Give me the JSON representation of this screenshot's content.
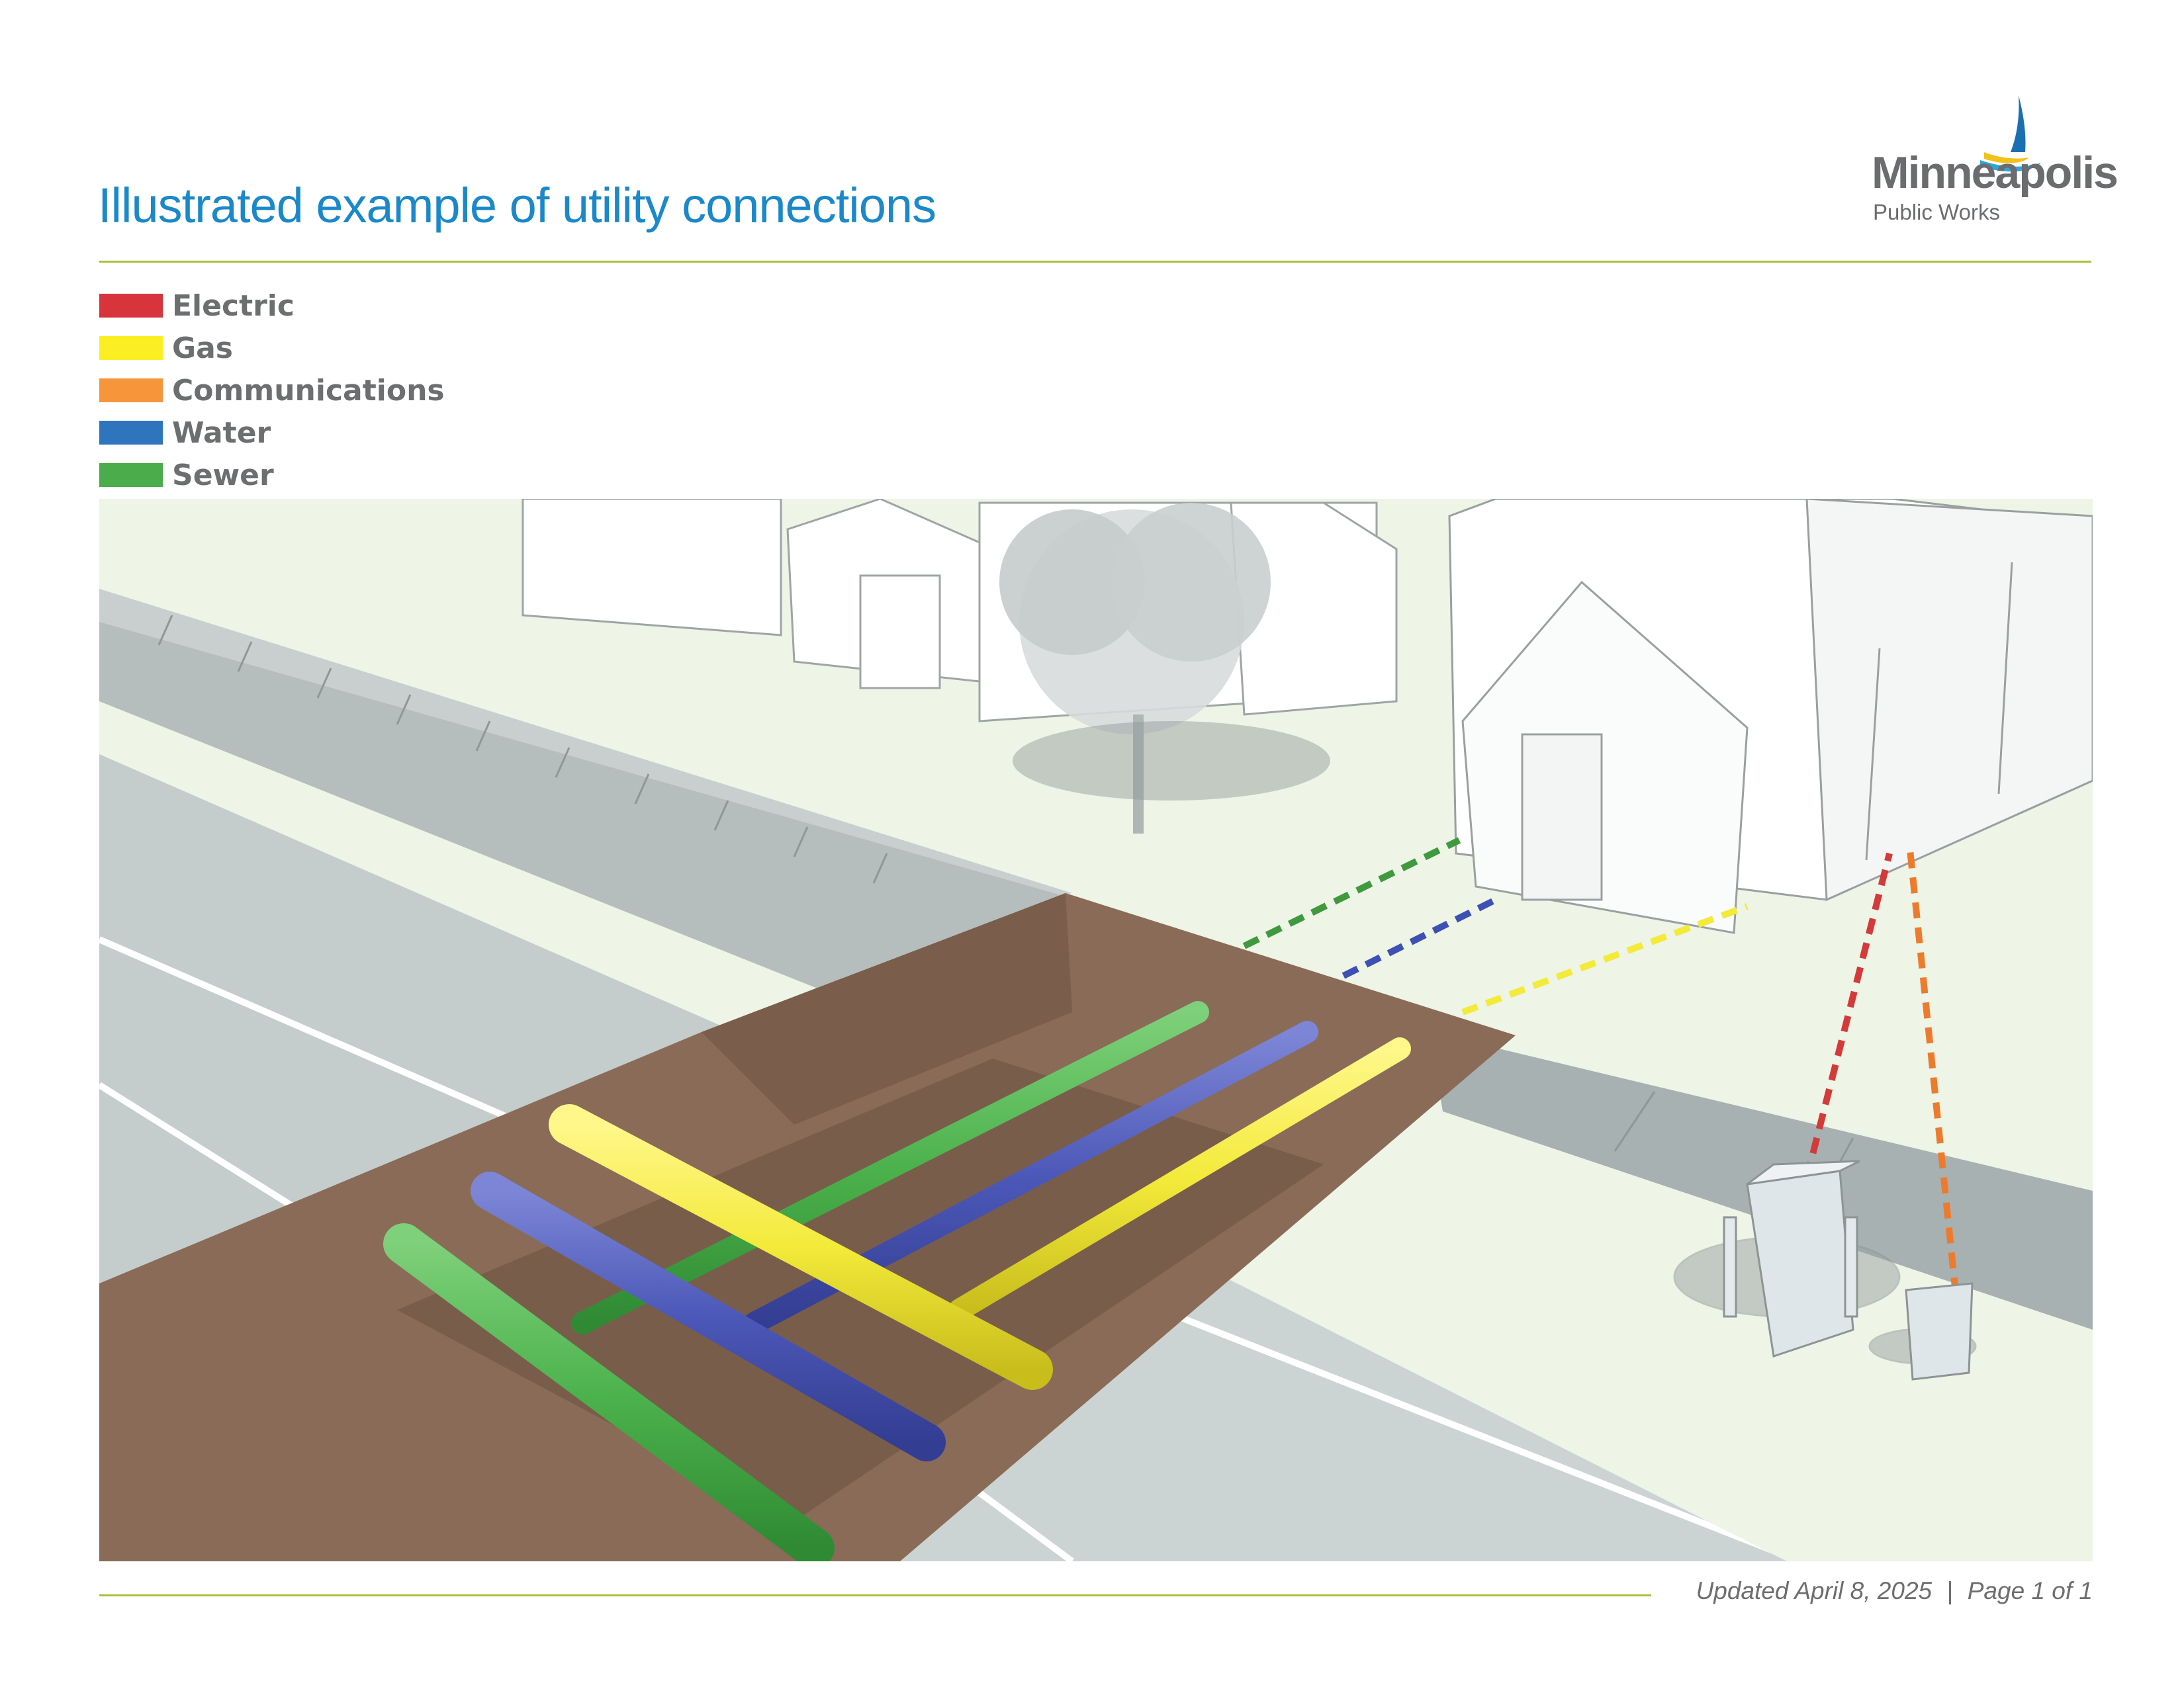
{
  "header": {
    "title": "Illustrated example of utility connections",
    "logo_name": "Minneapolis",
    "logo_sub": "Public Works"
  },
  "legend": [
    {
      "label": "Electric",
      "color": "#d7343c"
    },
    {
      "label": "Gas",
      "color": "#fbee23"
    },
    {
      "label": "Communications",
      "color": "#f7953a"
    },
    {
      "label": "Water",
      "color": "#2f75bd"
    },
    {
      "label": "Sewer",
      "color": "#4aac4a"
    }
  ],
  "colors": {
    "accent_blue": "#1a88c9",
    "rule_green": "#a9bf3b",
    "soil": "#8a6b57",
    "lawn": "#eef4e6",
    "pipe_sewer": "#4cb24c",
    "pipe_water": "#4c58b8",
    "pipe_gas": "#f3ea3a",
    "line_comm": "#ec7b2e",
    "line_electric": "#d33a3a"
  },
  "footer": {
    "updated": "Updated April 8, 2025",
    "separator": "|",
    "page": "Page 1 of 1"
  }
}
